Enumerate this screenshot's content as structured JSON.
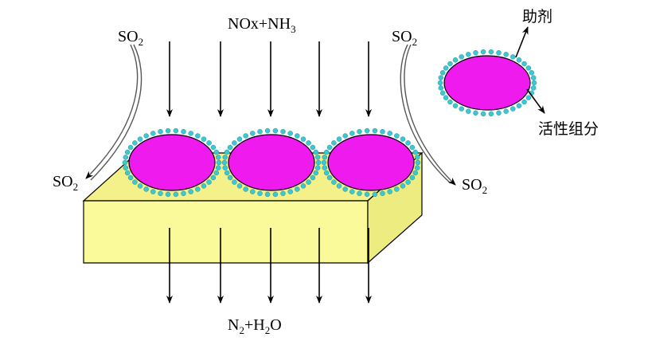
{
  "labels": {
    "so2_top_left": {
      "main": "SO",
      "sub": "2"
    },
    "so2_top_right": {
      "main": "SO",
      "sub": "2"
    },
    "so2_mid_left": {
      "main": "SO",
      "sub": "2"
    },
    "so2_mid_right": {
      "main": "SO",
      "sub": "2"
    },
    "inlet": {
      "part1": "NOx+NH",
      "sub": "3"
    },
    "outlet": {
      "part1": "N",
      "sub1": "2",
      "part2": "+H",
      "sub2": "2",
      "part3": "O"
    },
    "legend_promoter": "助剂",
    "legend_active": "活性组分"
  },
  "colors": {
    "support_fill": "#fafa9a",
    "support_top": "#f4f08a",
    "support_side": "#ecec80",
    "particle": "#ee1aee",
    "promoter_dot": "#3cc8d2",
    "outline": "#000000"
  }
}
